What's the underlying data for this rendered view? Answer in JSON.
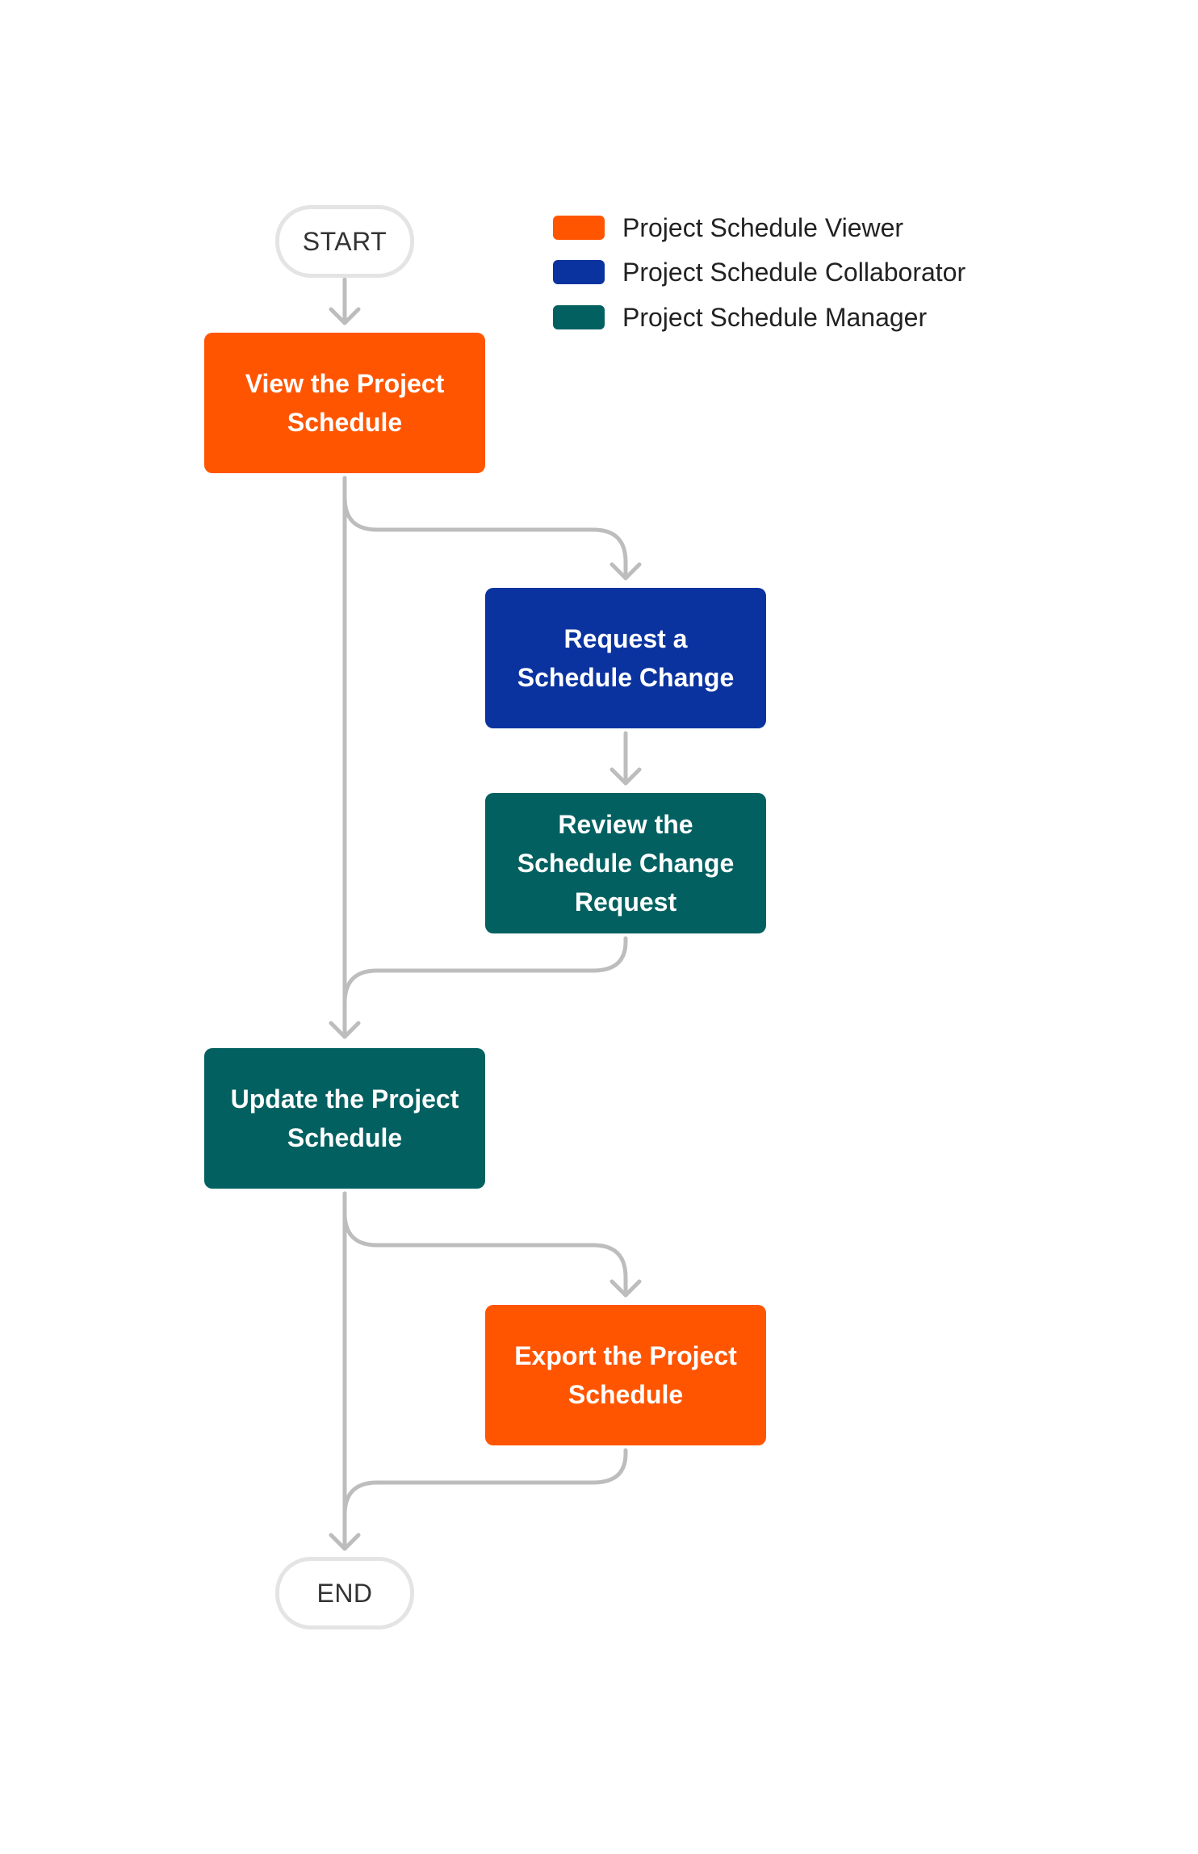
{
  "colors": {
    "viewer": "#FF5500",
    "collaborator": "#0A33A0",
    "manager": "#036060",
    "connector": "#BDBDBD",
    "terminal_border": "#E4E4E4"
  },
  "legend": [
    {
      "role": "viewer",
      "label": "Project Schedule Viewer"
    },
    {
      "role": "collaborator",
      "label": "Project Schedule Collaborator"
    },
    {
      "role": "manager",
      "label": "Project Schedule Manager"
    }
  ],
  "start_label": "START",
  "end_label": "END",
  "steps": [
    {
      "id": "view",
      "role": "viewer",
      "label": "View the Project Schedule"
    },
    {
      "id": "request",
      "role": "collaborator",
      "label": "Request a Schedule Change"
    },
    {
      "id": "review",
      "role": "manager",
      "label": "Review the Schedule Change Request"
    },
    {
      "id": "update",
      "role": "manager",
      "label": "Update the Project Schedule"
    },
    {
      "id": "export",
      "role": "viewer",
      "label": "Export the Project Schedule"
    }
  ]
}
